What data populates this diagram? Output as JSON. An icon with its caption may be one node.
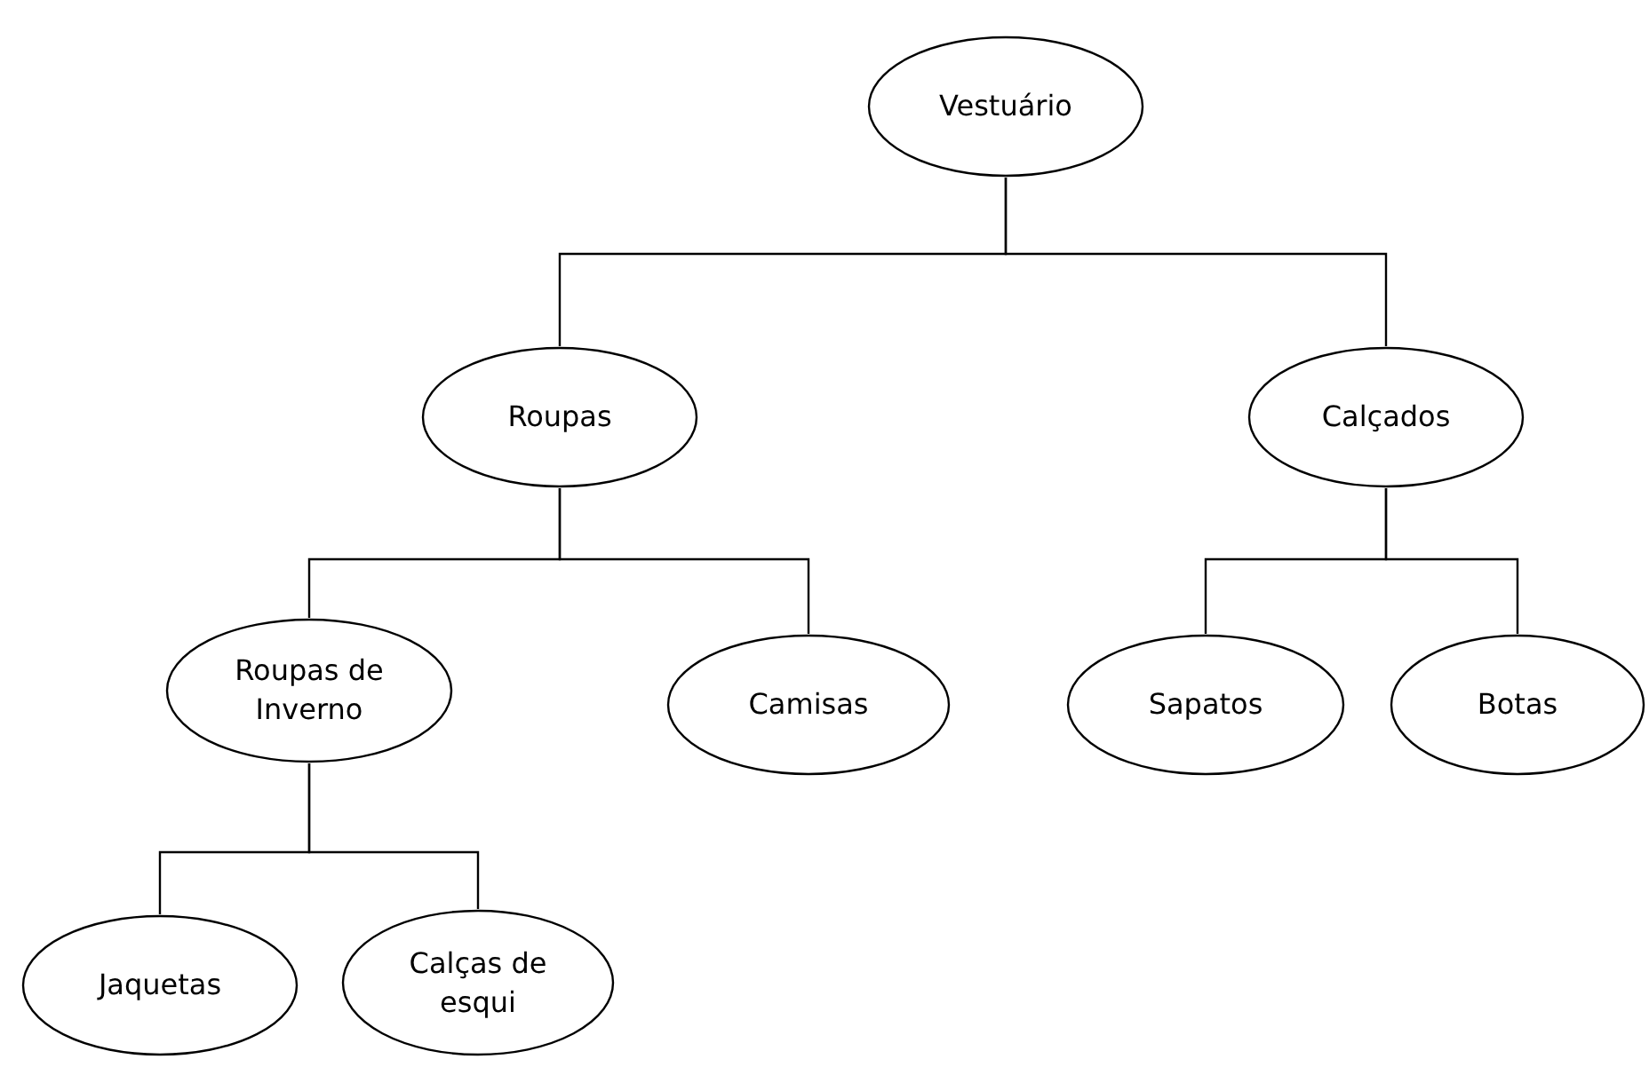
{
  "diagram": {
    "nodes": [
      {
        "text": [
          "Vestuário"
        ]
      },
      {
        "text": [
          "Roupas"
        ]
      },
      {
        "text": [
          "Calçados"
        ]
      },
      {
        "text": [
          "Roupas de Inverno"
        ]
      },
      {
        "text": [
          "Camisas"
        ]
      },
      {
        "text": [
          "Sapatos"
        ]
      },
      {
        "text": [
          "Botas"
        ]
      },
      {
        "text": [
          "Jaquetas"
        ]
      },
      {
        "text": [
          "Calças de esqui"
        ]
      }
    ],
    "edges": [
      {
        "from": 0,
        "to": 1,
        "arrow": "none"
      },
      {
        "from": 0,
        "to": 2,
        "arrow": "none"
      },
      {
        "from": 1,
        "to": 3,
        "arrow": "none"
      },
      {
        "from": 1,
        "to": 4,
        "arrow": "none"
      },
      {
        "from": 2,
        "to": 5,
        "arrow": "none"
      },
      {
        "from": 2,
        "to": 6,
        "arrow": "none"
      },
      {
        "from": 3,
        "to": 7,
        "arrow": "none"
      },
      {
        "from": 3,
        "to": 8,
        "arrow": "none"
      }
    ]
  }
}
